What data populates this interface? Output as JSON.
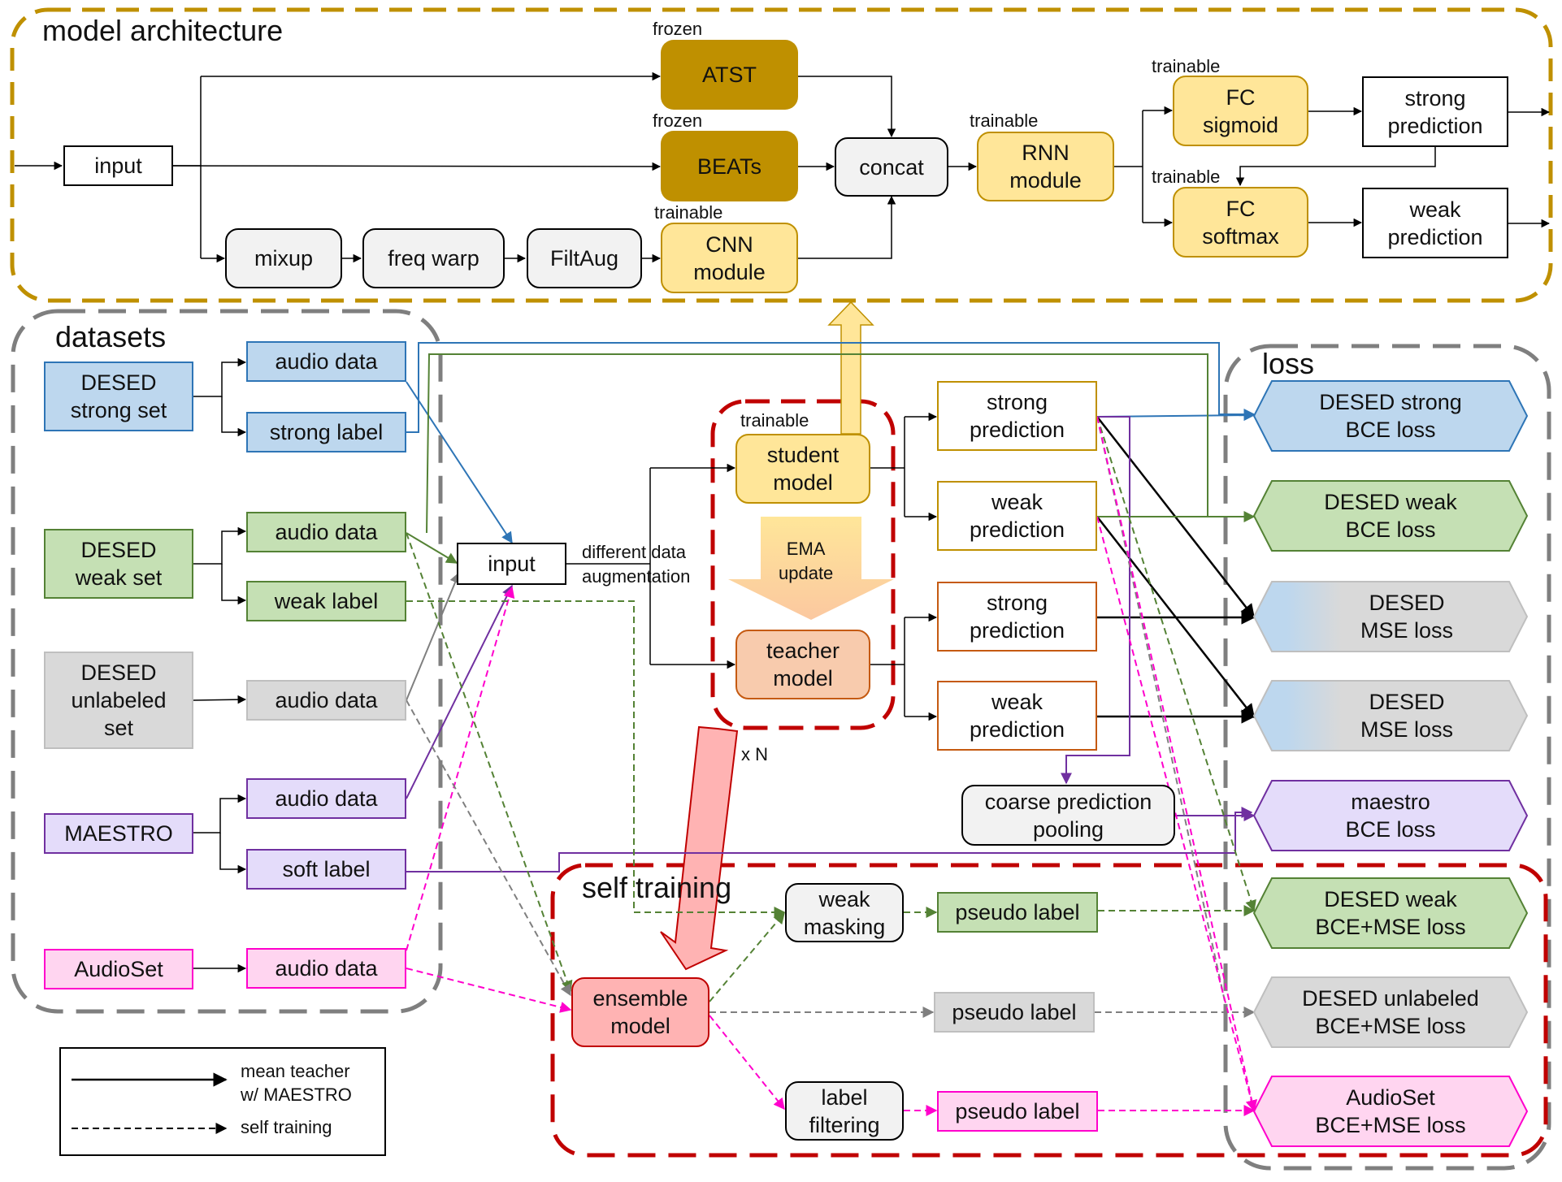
{
  "groups": {
    "model_architecture": "model architecture",
    "datasets": "datasets",
    "loss": "loss",
    "self_training": "self training"
  },
  "arch": {
    "input": "input",
    "mixup": "mixup",
    "freq_warp": "freq warp",
    "filtaug": "FiltAug",
    "atst": "ATST",
    "beats": "BEATs",
    "cnn": "CNN\nmodule",
    "concat": "concat",
    "rnn": "RNN\nmodule",
    "fc_sigmoid": "FC\nsigmoid",
    "fc_softmax": "FC\nsoftmax",
    "strong_pred": "strong\nprediction",
    "weak_pred": "weak\nprediction",
    "frozen_atst": "frozen",
    "frozen_beats": "frozen",
    "trainable_cnn": "trainable",
    "trainable_rnn": "trainable",
    "trainable_fc1": "trainable",
    "trainable_fc2": "trainable"
  },
  "datasets": {
    "strong_set": "DESED\nstrong set",
    "weak_set": "DESED\nweak set",
    "unlabeled_set": "DESED\nunlabeled\nset",
    "maestro": "MAESTRO",
    "audioset": "AudioSet",
    "strong_audio": "audio data",
    "strong_label": "strong label",
    "weak_audio": "audio data",
    "weak_label": "weak label",
    "unlabeled_audio": "audio data",
    "maestro_audio": "audio data",
    "soft_label": "soft label",
    "audioset_audio": "audio data"
  },
  "mean_teacher": {
    "input": "input",
    "augmentation": "different data\naugmentation",
    "trainable": "trainable",
    "student": "student\nmodel",
    "ema": "EMA\nupdate",
    "teacher": "teacher\nmodel",
    "times_n": "x N",
    "student_strong": "strong\nprediction",
    "student_weak": "weak\nprediction",
    "teacher_strong": "strong\nprediction",
    "teacher_weak": "weak\nprediction",
    "coarse": "coarse prediction\npooling"
  },
  "self_training": {
    "ensemble": "ensemble\nmodel",
    "weak_masking": "weak\nmasking",
    "label_filtering": "label\nfiltering",
    "pseudo_green": "pseudo label",
    "pseudo_gray": "pseudo label",
    "pseudo_pink": "pseudo label"
  },
  "losses": [
    {
      "label": "DESED strong\nBCE loss"
    },
    {
      "label": "DESED weak\nBCE loss"
    },
    {
      "label": "DESED\nMSE loss"
    },
    {
      "label": "DESED\nMSE loss"
    },
    {
      "label": "maestro\nBCE loss"
    },
    {
      "label": "DESED weak\nBCE+MSE loss"
    },
    {
      "label": "DESED unlabeled\nBCE+MSE loss"
    },
    {
      "label": "AudioSet\nBCE+MSE loss"
    }
  ],
  "legend": {
    "solid": "mean teacher\nw/ MAESTRO",
    "dashed": "self training"
  },
  "colors": {
    "gold_dark": "#BF9000",
    "gold_light": "#FFE699",
    "blue": "#BDD7EE",
    "blue_line": "#2E75B6",
    "green": "#C5E0B4",
    "green_line": "#548235",
    "gray": "#D9D9D9",
    "purple": "#E4DCFA",
    "purple_line": "#7030A0",
    "pink": "#FFD5F0",
    "pink_line": "#FF00CC",
    "orange": "#F8CBAD",
    "orange_line": "#C55A11",
    "red": "#C00000",
    "red_fill": "#FFB3B3"
  }
}
